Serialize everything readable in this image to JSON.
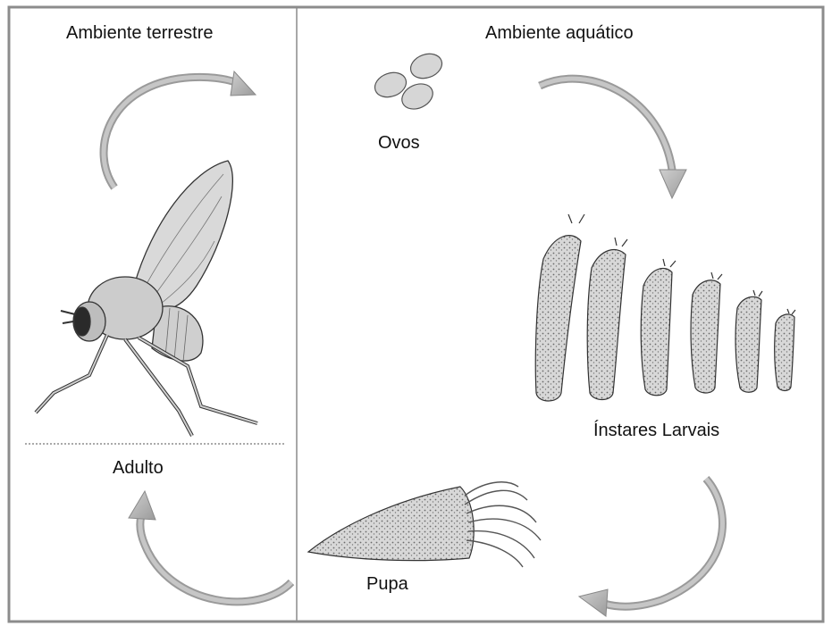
{
  "labels": {
    "terrestrial_environment": "Ambiente terrestre",
    "aquatic_environment": "Ambiente aquático",
    "eggs": "Ovos",
    "larval_instars": "Ínstares Larvais",
    "adult": "Adulto",
    "pupa": "Pupa"
  },
  "colors": {
    "frame": "#8c8c8c",
    "arrow_fill": "#b9b9b9",
    "arrow_stroke": "#8a8a8a",
    "drawing_fill": "#d2d2d2",
    "drawing_stroke": "#3a3a3a"
  },
  "larval_instar_count": 6
}
